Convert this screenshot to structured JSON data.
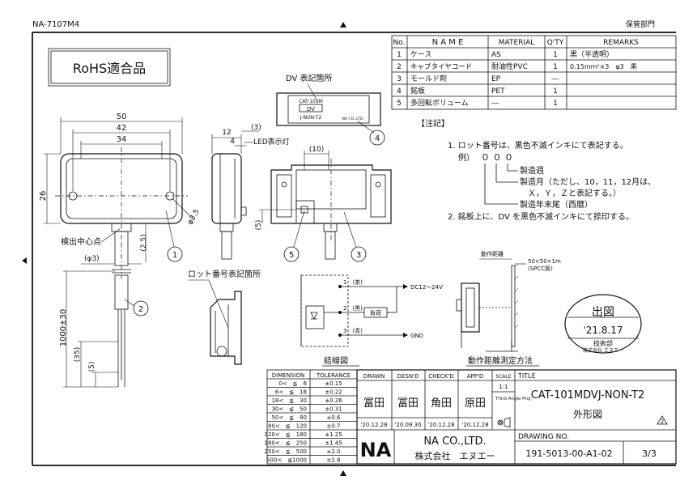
{
  "doc": {
    "code": "NA-7107M4",
    "store_label": "保管部門"
  },
  "rohs": "RoHS適合品",
  "bom": {
    "headers": [
      "No.",
      "N A M E",
      "MATERIAL",
      "Q'TY",
      "REMARKS"
    ],
    "rows": [
      [
        "1",
        "ケース",
        "AS",
        "1",
        "黒（半透明）"
      ],
      [
        "2",
        "キャブタイヤコード",
        "耐油性PVC",
        "1",
        "0.15mm²×3　φ3　黒"
      ],
      [
        "3",
        "モールド剤",
        "EP",
        "―",
        ""
      ],
      [
        "4",
        "銘板",
        "PET",
        "1",
        ""
      ],
      [
        "5",
        "多回転ボリューム",
        "―",
        "1",
        ""
      ]
    ]
  },
  "notes": {
    "heading": "【注記】",
    "item1": "1. ロット番号は、黒色不滅インキにて表記する。",
    "example_prefix": "例）",
    "example_code": "０ ０ ０",
    "sub1": "製造週",
    "sub2": "製造月（ただし、10，11，12月は、",
    "sub2b": "Ｘ，Ｙ，Ｚと表記する。）",
    "sub3": "製造年末尾（西暦）",
    "item2": "2. 銘板上に、DV を黒色不滅インキにて捺印する。"
  },
  "labels": {
    "dv_label": "DV 表記箇所",
    "led_label": "LED表示灯",
    "detect_center": "検出中心点",
    "lot_label": "ロット番号表記箇所",
    "plate_line1": "CAT-101M",
    "plate_line2": "DV",
    "plate_line3": "J-NON-T2",
    "plate_brand": "NA CO.,LTD."
  },
  "dims": {
    "d50": "50",
    "d42": "42",
    "d34": "34",
    "d26": "26",
    "d12": "12",
    "d3": "(3)",
    "d4": "4",
    "d10": "(10)",
    "d5": "(5)",
    "d25": "(2.5)",
    "phi3": "(φ3)",
    "phi35": "φ3.5",
    "d1000": "1000±30",
    "d35": "(35)",
    "d5b": "(5)"
  },
  "callouts": [
    "1",
    "2",
    "3",
    "4",
    "5"
  ],
  "wiring": {
    "title": "結線図",
    "w1": "1　(茶)",
    "w2": "2　(黒)",
    "w3": "3　(青)",
    "load": "負荷",
    "supply": "DC12～24V",
    "gnd": "GND"
  },
  "test": {
    "title": "動作距離測定方法",
    "dist": "動作距離",
    "plate": "50×50×1m",
    "plate_mat": "(SPCC板)"
  },
  "stamp": {
    "top": "出図",
    "date": "'21.8.17",
    "dept": "技術部",
    "company": "株式会社 エヌエー"
  },
  "tolerance": {
    "headers": [
      "DIMENSION",
      "TOLERANCE"
    ],
    "rows": [
      [
        "0<　≦　6",
        "±0.15"
      ],
      [
        "6<　≦　18",
        "±0.22"
      ],
      [
        "18<　≦　30",
        "±0.26"
      ],
      [
        "30<　≦　50",
        "±0.31"
      ],
      [
        "50<　≦　80",
        "±0.6"
      ],
      [
        "80<　≦　120",
        "±0.7"
      ],
      [
        "120<　≦　180",
        "±1.25"
      ],
      [
        "180<　≦　250",
        "±1.45"
      ],
      [
        "250<　≦　500",
        "±2.0"
      ],
      [
        "500<　≦1000",
        "±2.8"
      ]
    ]
  },
  "titleblock": {
    "drawn": "DRAWN",
    "desnd": "DESN'D",
    "checkd": "CHECK'D",
    "appd": "APP'D",
    "scale": "SCALE",
    "scale_val": "1:1",
    "title_label": "TITLE",
    "title": "CAT-101MDVJ-NON-T2",
    "subtitle": "外形図",
    "sig_drawn": "冨田",
    "sig_desn": "冨田",
    "sig_check": "角田",
    "sig_app": "原田",
    "date_drawn": "'20.12.28",
    "date_desn": "'20.09.30",
    "date_check": "'20.12.28",
    "date_app": "'20.12.28",
    "third_angle": "Third Angle Proj.",
    "company_en": "NA CO.,LTD.",
    "company_jp": "株式会社　エヌエー",
    "logo": "NA",
    "drawing_no_label": "DRAWING NO.",
    "drawing_no": "191-5013-00-A1-02",
    "rev": "2",
    "sheet": "3/3"
  }
}
